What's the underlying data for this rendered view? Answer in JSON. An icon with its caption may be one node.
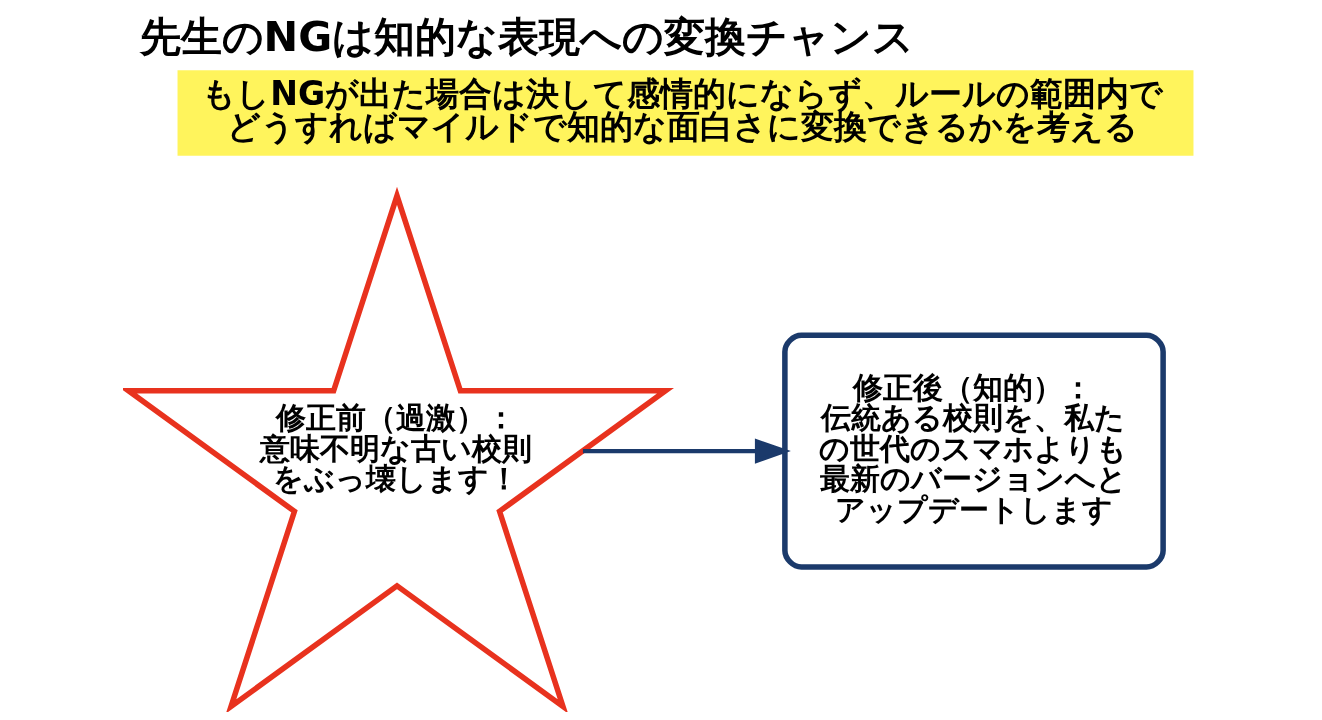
{
  "diagram": {
    "title": "先生のNGは知的な表現への変換チャンス",
    "nodes": [
      {
        "text": [
          "修正前（過激）：",
          "意味不明な古い校則をぶっ壊します！"
        ]
      },
      {
        "text": [
          "修正後（知的）：",
          "伝統ある校則を、私たの世代のスマホよりも最新のバージョンへとアップデートします"
        ]
      }
    ],
    "edges": [
      {
        "from": 0,
        "to": 1,
        "arrow": "to"
      }
    ],
    "labels": [
      "もしNGが出た場合は決して感情的にならず、ルールの範囲内でどうすればマイルドで知的な面白さに変換できるかを考える"
    ]
  }
}
